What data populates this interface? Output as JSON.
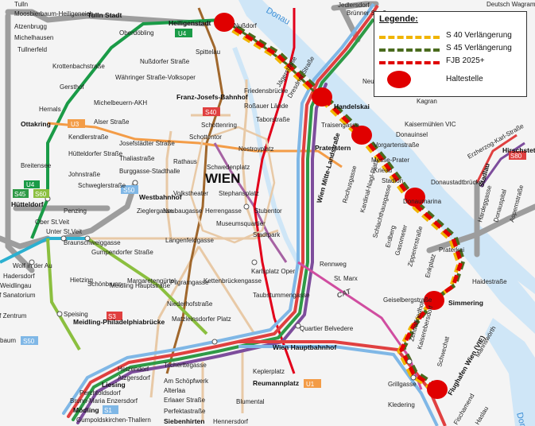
{
  "map": {
    "city_label": "WIEN",
    "river_label": "Donau",
    "legend": {
      "title": "Legende:",
      "items": [
        {
          "label": "S 40 Verlängerung",
          "color": "#f0b400",
          "style": "dashed"
        },
        {
          "label": "S 45 Verlängerung",
          "color": "#4a6b1e",
          "style": "dashed"
        },
        {
          "label": "FJB 2025+",
          "color": "#e00000",
          "style": "dashed"
        },
        {
          "label": "Haltestelle",
          "color": "#e00000",
          "style": "dot"
        }
      ]
    },
    "stations": {
      "tulln_stadt": "Tulln Stadt",
      "tullnerfeld": "Tullnerfeld",
      "tulln": "Tulln",
      "moosbierbaum": "Moosbierbaum-Heiligeneich",
      "atzenbrugg": "Atzenbrugg",
      "michelhausen": "Michelhausen",
      "heiligenstadt": "Heiligenstadt",
      "heiligenstadt_badge": "U4",
      "oberdoebling": "Oberdöbling",
      "spittelau": "Spittelau",
      "krottenbachstrasse": "Krottenbachstraße",
      "nussdorfer_strasse": "Nußdorfer Straße",
      "waehringer_strasse": "Währinger Straße-Volksoper",
      "gersthof": "Gersthof",
      "michelbeuern": "Michelbeuern-AKH",
      "franz_josefs_bahnhof": "Franz-Josefs-Bahnhof",
      "fjb_badge": "S40",
      "hernals": "Hernals",
      "alser_strasse": "Alser Straße",
      "ottakring": "Ottakring",
      "ottakring_badge": "U3",
      "kendlerstrasse": "Kendlerstraße",
      "huetteldorfer_strasse": "Hütteldorfer Straße",
      "johnstrasse": "Johnstraße",
      "schweglerstrasse": "Schweglerstraße",
      "breitensee": "Breitensee",
      "josefstaedter_strasse": "Josefstädter Straße",
      "thaliastrasse": "Thaliastraße",
      "burggasse": "Burggasse-Stadthalle",
      "westbahnhof": "Westbahnhof",
      "westbahnhof_badge": "S50",
      "huetteldorf": "Hütteldorf",
      "s45": "S45",
      "s60": "S60",
      "u4": "U4",
      "penzing": "Penzing",
      "ober_st_veit": "Ober St.Veit",
      "unter_st_veit": "Unter St.Veit",
      "braunschweiggasse": "Braunschweiggasse",
      "zieglergasse": "Zieglergasse",
      "neubaugasse": "Neubaugasse",
      "volkstheater": "Volkstheater",
      "herrengasse": "Herrengasse",
      "stephansplatz": "Stephansplatz",
      "stubentor": "Stubentor",
      "museumsquartier": "Museumsquartier",
      "stadtpark": "Stadtpark",
      "gumpendorfer_strasse": "Gumpendorfer Straße",
      "laengenfeldgasse": "Längenfeldgasse",
      "wolf_in_der_au": "Wolf in der Au",
      "hadersdorf": "Hadersdorf",
      "weidlingau": "Weidlingau",
      "sanatorium": "Purkersdorf Sanatorium",
      "zentrum": "Purkersdorf Zentrum",
      "hietzing": "Hietzing",
      "schoenbrunn": "Schönbrunn",
      "meidling_hauptstrasse": "Meidling Hauptstraße",
      "margaretenguertel": "Margaretengürtel",
      "pilgramgasse": "Pilgramgasse",
      "kettenbrueckengasse": "Kettenbrückengasse",
      "karlsplatz": "Karlsplatz Oper",
      "taubstummengasse": "Taubstummengasse",
      "rennweg": "Rennweg",
      "st_marx": "St. Marx",
      "speising": "Speising",
      "niederhofstrasse": "Niederhofstraße",
      "meidling": "Meidling-Philadelphiabrücke",
      "meidling_badge": "S3",
      "matzleinsdorfer_platz": "Matzleinsdorfer Platz",
      "quartier_belvedere": "Quartier Belvedere",
      "wien_hauptbahnhof": "Wien Hauptbahnhof",
      "baumgarten_badge": "S50",
      "baumgarten": "baum",
      "hetzendorf": "Hetzendorf",
      "atzgersdorf": "Atzgersdorf",
      "liesing": "Liesing",
      "perchtoldsdorf": "Perchtoldsdorf",
      "brunn": "Brunn-Maria Enzersdorf",
      "moedling": "Mödling",
      "moedling_badge": "S1",
      "gumpoldskirchen": "Gumpoldskirchen-Thallern",
      "tscherttegasse": "Tscherttegasse",
      "am_schoepfwerk": "Am Schöpfwerk",
      "alterlaa": "Alterlaa",
      "erlaaer_strasse": "Erlaaer Straße",
      "perfektastrasse": "Perfektastraße",
      "siebenhirten": "Siebenhirten",
      "keplerplatz": "Keplerplatz",
      "reumannplatz": "Reumannplatz",
      "reumannplatz_badge": "U1",
      "blumental": "Blumental",
      "hennersdorf": "Hennersdorf",
      "nussdorf": "Nußdorf",
      "jedlersdorf": "Jedlersdorf",
      "bruenner_strasse": "Brünner Straße",
      "deutsch_wagram": "Deutsch Wagram",
      "jaegerstrasse": "Jägerstraße",
      "dresdner_strasse": "Dresdner Straße",
      "friedensbruecke": "Friedensbrücke",
      "rossauer_laende": "Roßauer Lände",
      "taborstrasse": "Taborstraße",
      "schottenring": "Schottenring",
      "schottentor": "Schottentor",
      "rathaus": "Rathaus",
      "nestroyplatz": "Nestroyplatz",
      "schwedenplatz": "Schwedenplatz",
      "praterstern": "Praterstern",
      "traisengasse": "Traisengasse",
      "handelskai": "Handelskai",
      "neu": "Neu",
      "donauinsel": "Donauinsel",
      "vorgartenstrasse": "Vorgartenstraße",
      "kagran": "Kagran",
      "kaisermuehlen": "Kaisermühlen VIC",
      "messe_prater": "Messe-Prater",
      "krieau": "Krieau",
      "stadion": "Stadion",
      "donaumarina": "Donaumarina",
      "donaustadtbruecke": "Donaustadtbrücke",
      "wien_mitte": "Wien Mitte-Landstraße",
      "rochusgasse": "Rochusgasse",
      "kardinal_nagl": "Kardinal-Nagl-Platz",
      "schlachthausgasse": "Schlachthausgasse",
      "erdberg": "Erdberg",
      "gasometer": "Gasometer",
      "zippererstrasse": "Zippererstraße",
      "enkplatz": "Enkplatz",
      "praterkai": "Praterkai",
      "haidestrasse": "Haidestraße",
      "simmering": "Simmering",
      "geiselbergstrasse": "Geiselbergstraße",
      "zentralfriedhof": "Zentralfriedhof",
      "kaiserebersdorf": "Kaiserebersdorf",
      "schwechat": "Schwechat",
      "mannswoerth": "Mannswörth",
      "grillgasse": "Grillgasse",
      "kledering": "Kledering",
      "flughafen": "Flughafen Wien (VIE)",
      "fischamend": "Fischamend",
      "haslau": "Haslau",
      "stadlau": "Stadlau",
      "hirschstetten": "Hirschstetten",
      "hirschstetten_badge": "S80",
      "erzherzog_karl": "Erzherzog-Karl-Straße",
      "hardeggasse": "Hardeggasse",
      "donauspital": "Donauspital",
      "aspernstrasse": "Aspernstraße",
      "cat": "CAT"
    },
    "colors": {
      "s_bahn_blue": "#7fb7e6",
      "s_bahn_red": "#e04040",
      "s_bahn_green": "#2e9a46",
      "s_bahn_purple": "#7d4d9c",
      "u1_red": "#e2001a",
      "u2_purple": "#a662a3",
      "u3_orange": "#f39c47",
      "u4_green": "#1a9b47",
      "u6_brown": "#a0672c",
      "light_tan": "#e8c9a6",
      "marker_red": "#e00000",
      "dash_yellow": "#f0b400",
      "dash_green": "#4a6b1e"
    }
  }
}
